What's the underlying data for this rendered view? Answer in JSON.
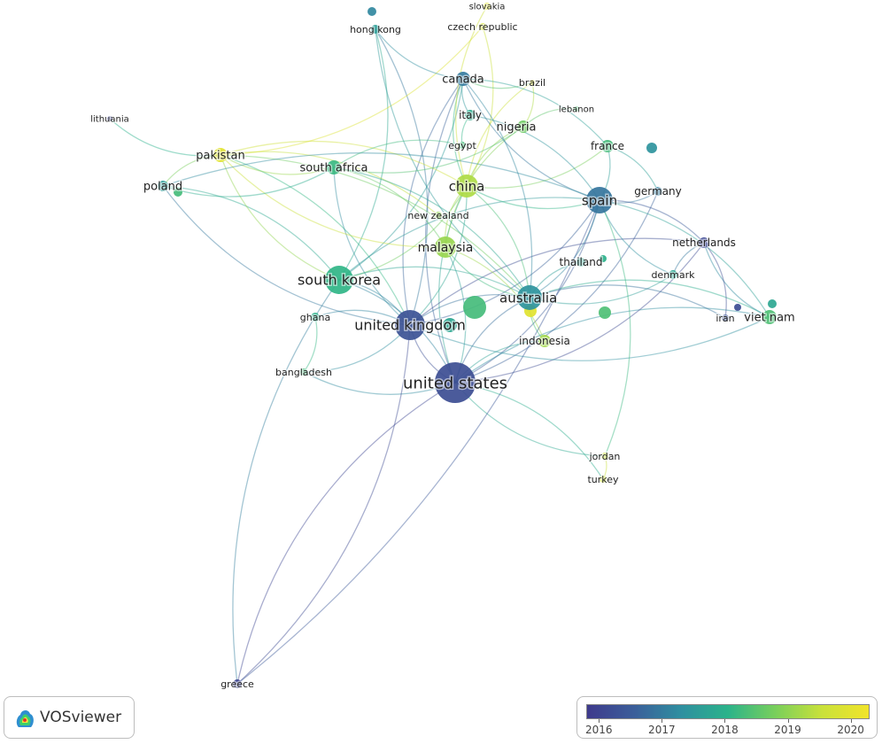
{
  "colorscale": [
    "#3e3a8c",
    "#3b5e9a",
    "#2f8fa0",
    "#2bb38a",
    "#78cf5c",
    "#c9e13a",
    "#f1e42a"
  ],
  "nodes": [
    {
      "id": "united-states",
      "label": "united states",
      "year": 2016.2
    },
    {
      "id": "united-kingdom",
      "label": "united kingdom",
      "year": 2016.3
    },
    {
      "id": "south-korea",
      "label": "south korea",
      "year": 2018.1
    },
    {
      "id": "australia",
      "label": "australia",
      "year": 2017.4
    },
    {
      "id": "spain",
      "label": "spain",
      "year": 2016.9
    },
    {
      "id": "china",
      "label": "china",
      "year": 2019.3
    },
    {
      "id": "malaysia",
      "label": "malaysia",
      "year": 2019.1
    },
    {
      "id": "canada",
      "label": "canada",
      "year": 2017.0
    },
    {
      "id": "south-africa",
      "label": "south africa",
      "year": 2018.2
    },
    {
      "id": "pakistan",
      "label": "pakistan",
      "year": 2020.0
    },
    {
      "id": "poland",
      "label": "poland",
      "year": 2017.6
    },
    {
      "id": "italy",
      "label": "italy",
      "year": 2017.9
    },
    {
      "id": "nigeria",
      "label": "nigeria",
      "year": 2018.7
    },
    {
      "id": "egypt",
      "label": "egypt",
      "year": 2018.3
    },
    {
      "id": "france",
      "label": "france",
      "year": 2018.3
    },
    {
      "id": "germany",
      "label": "germany",
      "year": 2017.0
    },
    {
      "id": "netherlands",
      "label": "netherlands",
      "year": 2016.1
    },
    {
      "id": "thailand",
      "label": "thailand",
      "year": 2017.8
    },
    {
      "id": "denmark",
      "label": "denmark",
      "year": 2017.8
    },
    {
      "id": "viet-nam",
      "label": "viet nam",
      "year": 2018.4
    },
    {
      "id": "iran",
      "label": "iran",
      "year": 2016.3
    },
    {
      "id": "indonesia",
      "label": "indonesia",
      "year": 2019.2
    },
    {
      "id": "ghana",
      "label": "ghana",
      "year": 2018.0
    },
    {
      "id": "bangladesh",
      "label": "bangladesh",
      "year": 2018.3
    },
    {
      "id": "new-zealand",
      "label": "new zealand",
      "year": 2019.0
    },
    {
      "id": "hong-kong",
      "label": "hong kong",
      "year": 2017.6
    },
    {
      "id": "czech-republic",
      "label": "czech republic",
      "year": 2019.8
    },
    {
      "id": "slovakia",
      "label": "slovakia",
      "year": 2020.0
    },
    {
      "id": "brazil",
      "label": "brazil",
      "year": 2019.9
    },
    {
      "id": "lebanon",
      "label": "lebanon",
      "year": 2018.4
    },
    {
      "id": "lithuania",
      "label": "lithuania",
      "year": 2016.0
    },
    {
      "id": "greece",
      "label": "greece",
      "year": 2016.0
    },
    {
      "id": "jordan",
      "label": "jordan",
      "year": 2019.5
    },
    {
      "id": "turkey",
      "label": "turkey",
      "year": 2019.6
    }
  ],
  "extra_nodes": [
    {
      "id": "unlabeled-1",
      "year": 2018.3
    },
    {
      "id": "unlabeled-2",
      "year": 2017.8
    },
    {
      "id": "unlabeled-3",
      "year": 2020.0
    },
    {
      "id": "unlabeled-4",
      "year": 2018.4
    },
    {
      "id": "unlabeled-5",
      "year": 2017.4
    },
    {
      "id": "unlabeled-6",
      "year": 2018.3
    },
    {
      "id": "unlabeled-7",
      "year": 2017.8
    },
    {
      "id": "unlabeled-8",
      "year": 2018.0
    },
    {
      "id": "unlabeled-9",
      "year": 2017.2
    },
    {
      "id": "unlabeled-10",
      "year": 2016.2
    }
  ],
  "edges": [
    [
      "united-states",
      "united-kingdom"
    ],
    [
      "united-states",
      "south-korea"
    ],
    [
      "united-states",
      "australia"
    ],
    [
      "united-states",
      "spain"
    ],
    [
      "united-states",
      "china"
    ],
    [
      "united-states",
      "malaysia"
    ],
    [
      "united-states",
      "canada"
    ],
    [
      "united-states",
      "greece"
    ],
    [
      "united-states",
      "turkey"
    ],
    [
      "united-states",
      "jordan"
    ],
    [
      "united-states",
      "viet-nam"
    ],
    [
      "united-states",
      "netherlands"
    ],
    [
      "united-states",
      "indonesia"
    ],
    [
      "united-states",
      "germany"
    ],
    [
      "united-states",
      "bangladesh"
    ],
    [
      "united-kingdom",
      "south-korea"
    ],
    [
      "united-kingdom",
      "greece"
    ],
    [
      "united-kingdom",
      "china"
    ],
    [
      "united-kingdom",
      "australia"
    ],
    [
      "united-kingdom",
      "spain"
    ],
    [
      "united-kingdom",
      "canada"
    ],
    [
      "united-kingdom",
      "pakistan"
    ],
    [
      "united-kingdom",
      "poland"
    ],
    [
      "united-kingdom",
      "ghana"
    ],
    [
      "united-kingdom",
      "bangladesh"
    ],
    [
      "united-kingdom",
      "viet-nam"
    ],
    [
      "united-kingdom",
      "netherlands"
    ],
    [
      "united-kingdom",
      "hong-kong"
    ],
    [
      "united-kingdom",
      "south-africa"
    ],
    [
      "south-korea",
      "poland"
    ],
    [
      "south-korea",
      "pakistan"
    ],
    [
      "south-korea",
      "china"
    ],
    [
      "south-korea",
      "spain"
    ],
    [
      "south-korea",
      "hong-kong"
    ],
    [
      "south-korea",
      "australia"
    ],
    [
      "south-korea",
      "canada"
    ],
    [
      "pakistan",
      "china"
    ],
    [
      "pakistan",
      "malaysia"
    ],
    [
      "pakistan",
      "lithuania"
    ],
    [
      "pakistan",
      "south-africa"
    ],
    [
      "pakistan",
      "australia"
    ],
    [
      "pakistan",
      "poland"
    ],
    [
      "pakistan",
      "new-zealand"
    ],
    [
      "pakistan",
      "czech-republic"
    ],
    [
      "china",
      "australia"
    ],
    [
      "china",
      "malaysia"
    ],
    [
      "china",
      "canada"
    ],
    [
      "china",
      "spain"
    ],
    [
      "china",
      "nigeria"
    ],
    [
      "china",
      "france"
    ],
    [
      "china",
      "slovakia"
    ],
    [
      "china",
      "czech-republic"
    ],
    [
      "china",
      "brazil"
    ],
    [
      "malaysia",
      "australia"
    ],
    [
      "malaysia",
      "nigeria"
    ],
    [
      "malaysia",
      "south-africa"
    ],
    [
      "malaysia",
      "indonesia"
    ],
    [
      "spain",
      "germany"
    ],
    [
      "spain",
      "netherlands"
    ],
    [
      "spain",
      "france"
    ],
    [
      "spain",
      "canada"
    ],
    [
      "spain",
      "italy"
    ],
    [
      "spain",
      "australia"
    ],
    [
      "spain",
      "denmark"
    ],
    [
      "spain",
      "viet-nam"
    ],
    [
      "spain",
      "poland"
    ],
    [
      "australia",
      "viet-nam"
    ],
    [
      "australia",
      "denmark"
    ],
    [
      "australia",
      "thailand"
    ],
    [
      "australia",
      "indonesia"
    ],
    [
      "australia",
      "iran"
    ],
    [
      "australia",
      "canada"
    ],
    [
      "australia",
      "hong-kong"
    ],
    [
      "australia",
      "south-africa"
    ],
    [
      "canada",
      "hong-kong"
    ],
    [
      "canada",
      "italy"
    ],
    [
      "canada",
      "france"
    ],
    [
      "canada",
      "brazil"
    ],
    [
      "south-africa",
      "poland"
    ],
    [
      "south-africa",
      "nigeria"
    ],
    [
      "south-africa",
      "egypt"
    ],
    [
      "netherlands",
      "viet-nam"
    ],
    [
      "netherlands",
      "iran"
    ],
    [
      "netherlands",
      "denmark"
    ],
    [
      "greece",
      "south-korea"
    ],
    [
      "greece",
      "spain"
    ],
    [
      "jordan",
      "turkey"
    ],
    [
      "jordan",
      "spain"
    ],
    [
      "nigeria",
      "lebanon"
    ],
    [
      "nigeria",
      "brazil"
    ],
    [
      "france",
      "germany"
    ],
    [
      "italy",
      "egypt"
    ],
    [
      "ghana",
      "bangladesh"
    ]
  ],
  "legend": {
    "years": [
      "2016",
      "2017",
      "2018",
      "2019",
      "2020"
    ],
    "start": 2015.8,
    "end": 2020.3
  },
  "brand": {
    "name": "VOSviewer"
  }
}
